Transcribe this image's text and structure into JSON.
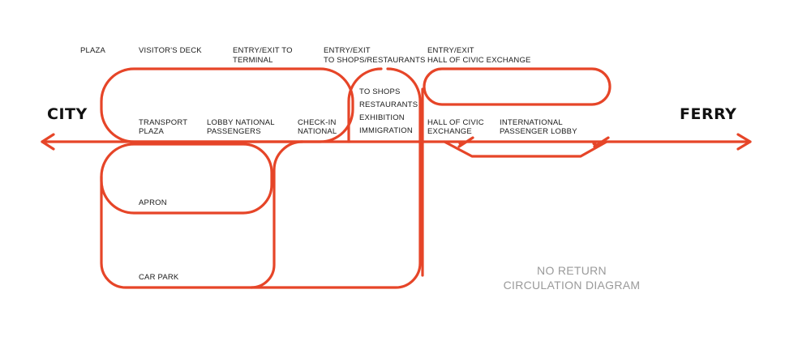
{
  "colors": {
    "route": "#e64528",
    "text": "#1a1a1a",
    "note": "#9a9a9a",
    "background": "#ffffff"
  },
  "ends": {
    "left": "CITY",
    "right": "FERRY"
  },
  "top_labels": {
    "plaza": "PLAZA",
    "visitors_deck": "VISITOR'S DECK",
    "entry_terminal_1": "ENTRY/EXIT TO",
    "entry_terminal_2": "TERMINAL",
    "entry_shops_1": "ENTRY/EXIT",
    "entry_shops_2": "TO SHOPS/RESTAURANTS",
    "entry_civic_1": "ENTRY/EXIT",
    "entry_civic_2": "HALL OF CIVIC EXCHANGE"
  },
  "mid_labels": {
    "transport_1": "TRANSPORT",
    "transport_2": "PLAZA",
    "lobby_1": "LOBBY NATIONAL",
    "lobby_2": "PASSENGERS",
    "checkin_1": "CHECK-IN",
    "checkin_2": "NATIONAL",
    "hall_1": "HALL OF CIVIC",
    "hall_2": "EXCHANGE",
    "intl_1": "INTERNATIONAL",
    "intl_2": "PASSENGER LOBBY"
  },
  "shops_list": [
    "TO SHOPS",
    "RESTAURANTS",
    "EXHIBITION",
    "IMMIGRATION"
  ],
  "lower_labels": {
    "apron": "APRON",
    "car_park": "CAR PARK"
  },
  "note": {
    "line1": "NO RETURN",
    "line2": "CIRCULATION DIAGRAM"
  }
}
